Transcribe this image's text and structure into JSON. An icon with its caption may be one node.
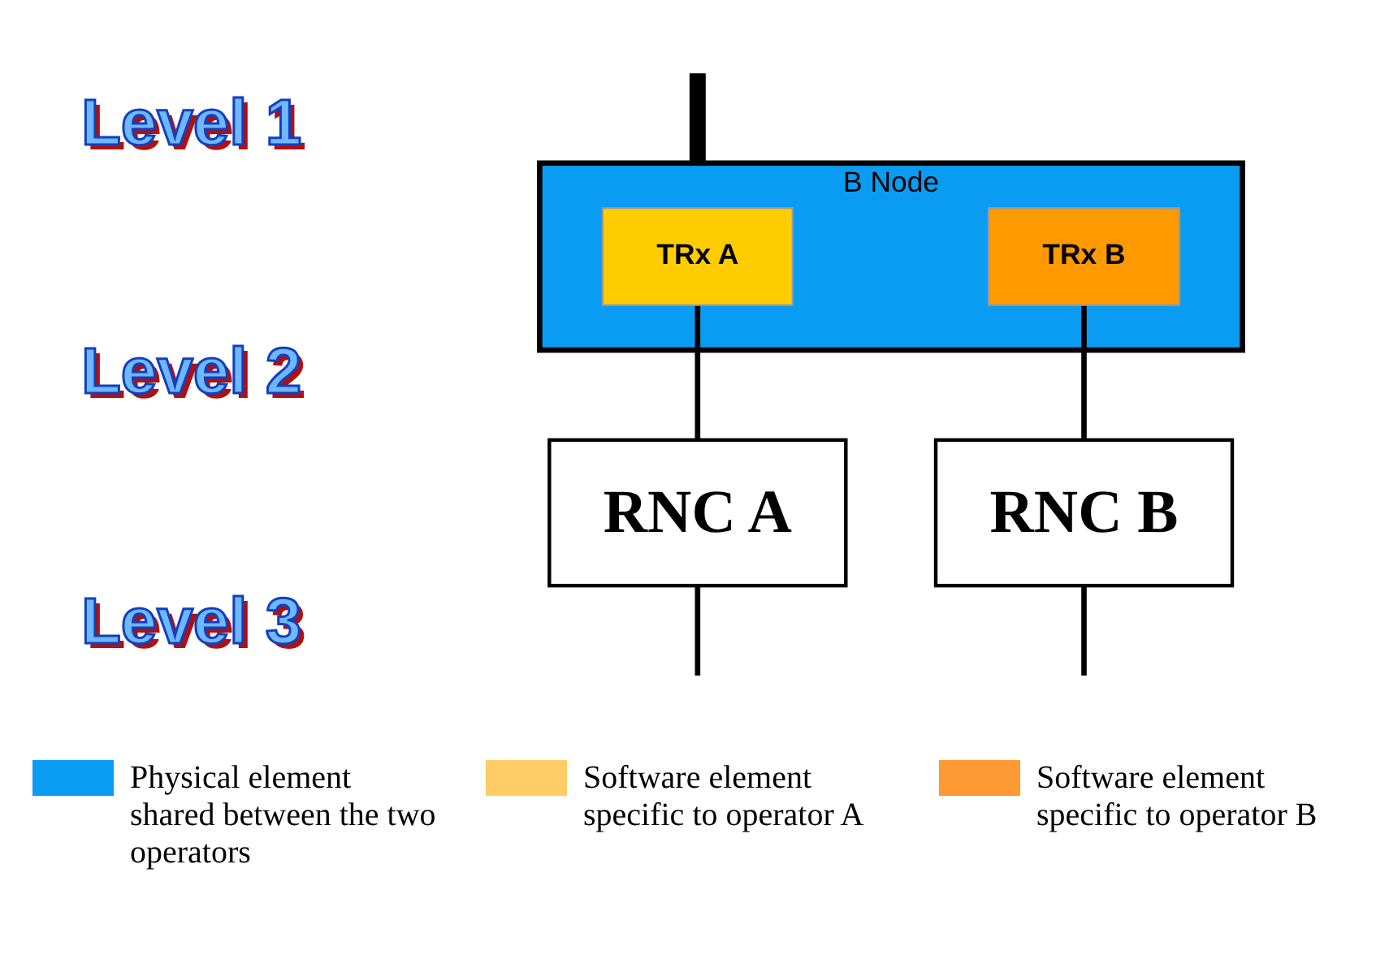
{
  "diagram": {
    "nodes": [
      {
        "text": [
          "B Node"
        ]
      },
      {
        "text": [
          "TRx A"
        ],
        "in": 0
      },
      {
        "text": [
          "TRx B"
        ],
        "in": 0
      },
      {
        "text": [
          "RNC A"
        ]
      },
      {
        "text": [
          "RNC B"
        ]
      }
    ],
    "edges": [
      {
        "from": null,
        "to": 0,
        "arrow": "none",
        "style": "thick"
      },
      {
        "from": 1,
        "to": 3,
        "arrow": "none"
      },
      {
        "from": 2,
        "to": 4,
        "arrow": "none"
      },
      {
        "from": 3,
        "to": null,
        "arrow": "none"
      },
      {
        "from": 4,
        "to": null,
        "arrow": "none"
      }
    ],
    "labels": [
      "Level 1",
      "Level 2",
      "Level 3"
    ],
    "legend": [
      {
        "text": "Physical element shared between the two operators",
        "color": "#0a9cf2"
      },
      {
        "text": "Software element specific to operator A",
        "color": "#ffcc66"
      },
      {
        "text": "Software element specific to operator B",
        "color": "#ff9933"
      }
    ]
  }
}
